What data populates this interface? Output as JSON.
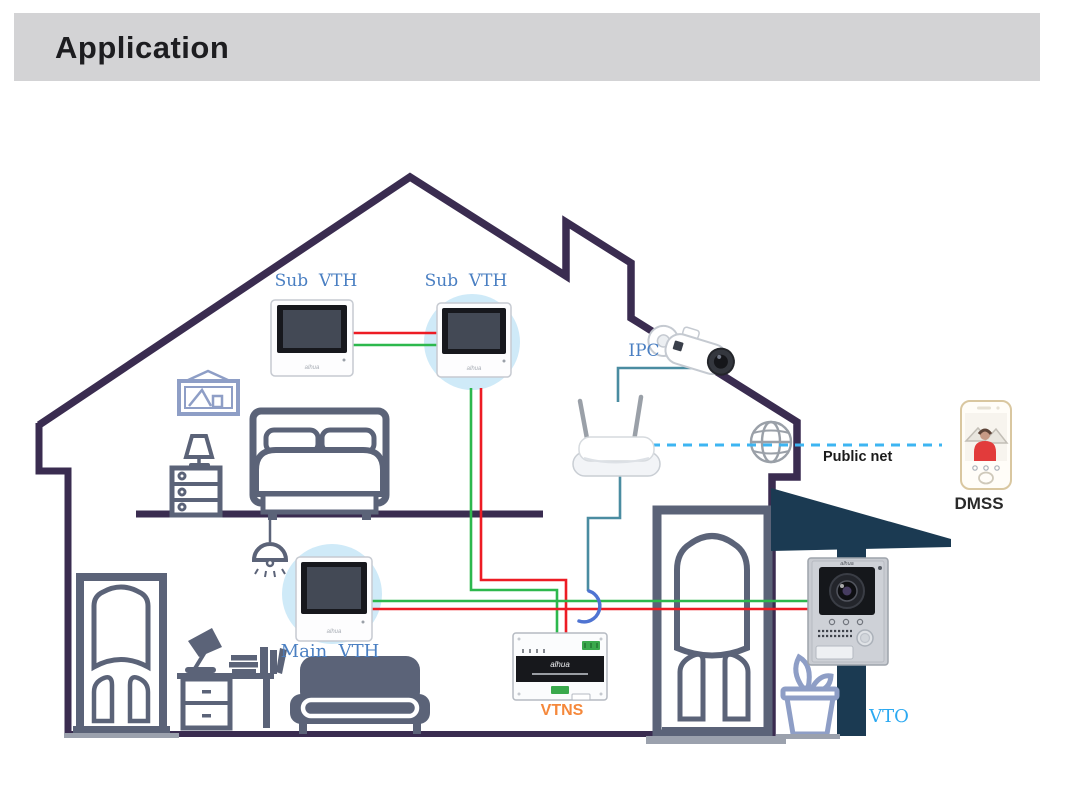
{
  "header": {
    "title": "Application"
  },
  "diagram": {
    "labels": {
      "sub_vth_left": "Sub  VTH",
      "sub_vth_right": "Sub  VTH",
      "main_vth": "Main  VTH",
      "ipc": "IPC",
      "public_net": "Public net",
      "dmss": "DMSS",
      "vtns": "VTNS",
      "vto": "VTO"
    },
    "devices": {
      "logo_text": "alhua"
    },
    "colors": {
      "header_bar": "#d3d3d5",
      "house_outline": "#3a2c50",
      "furniture": "#5b6378",
      "accent_light": "#8e9ec6",
      "awning_navy": "#1b3a52",
      "wire_red": "#ed1c24",
      "wire_green": "#2db84d",
      "wire_teal": "#4a8ca1",
      "wire_hop_blue": "#4f74d2",
      "public_net_dashed": "#3db5f2",
      "label_blue": "#4a7fc2",
      "label_cyan": "#2ba9f1",
      "label_orange": "#f5883b",
      "vth_halo": "#cfeaf8"
    }
  }
}
